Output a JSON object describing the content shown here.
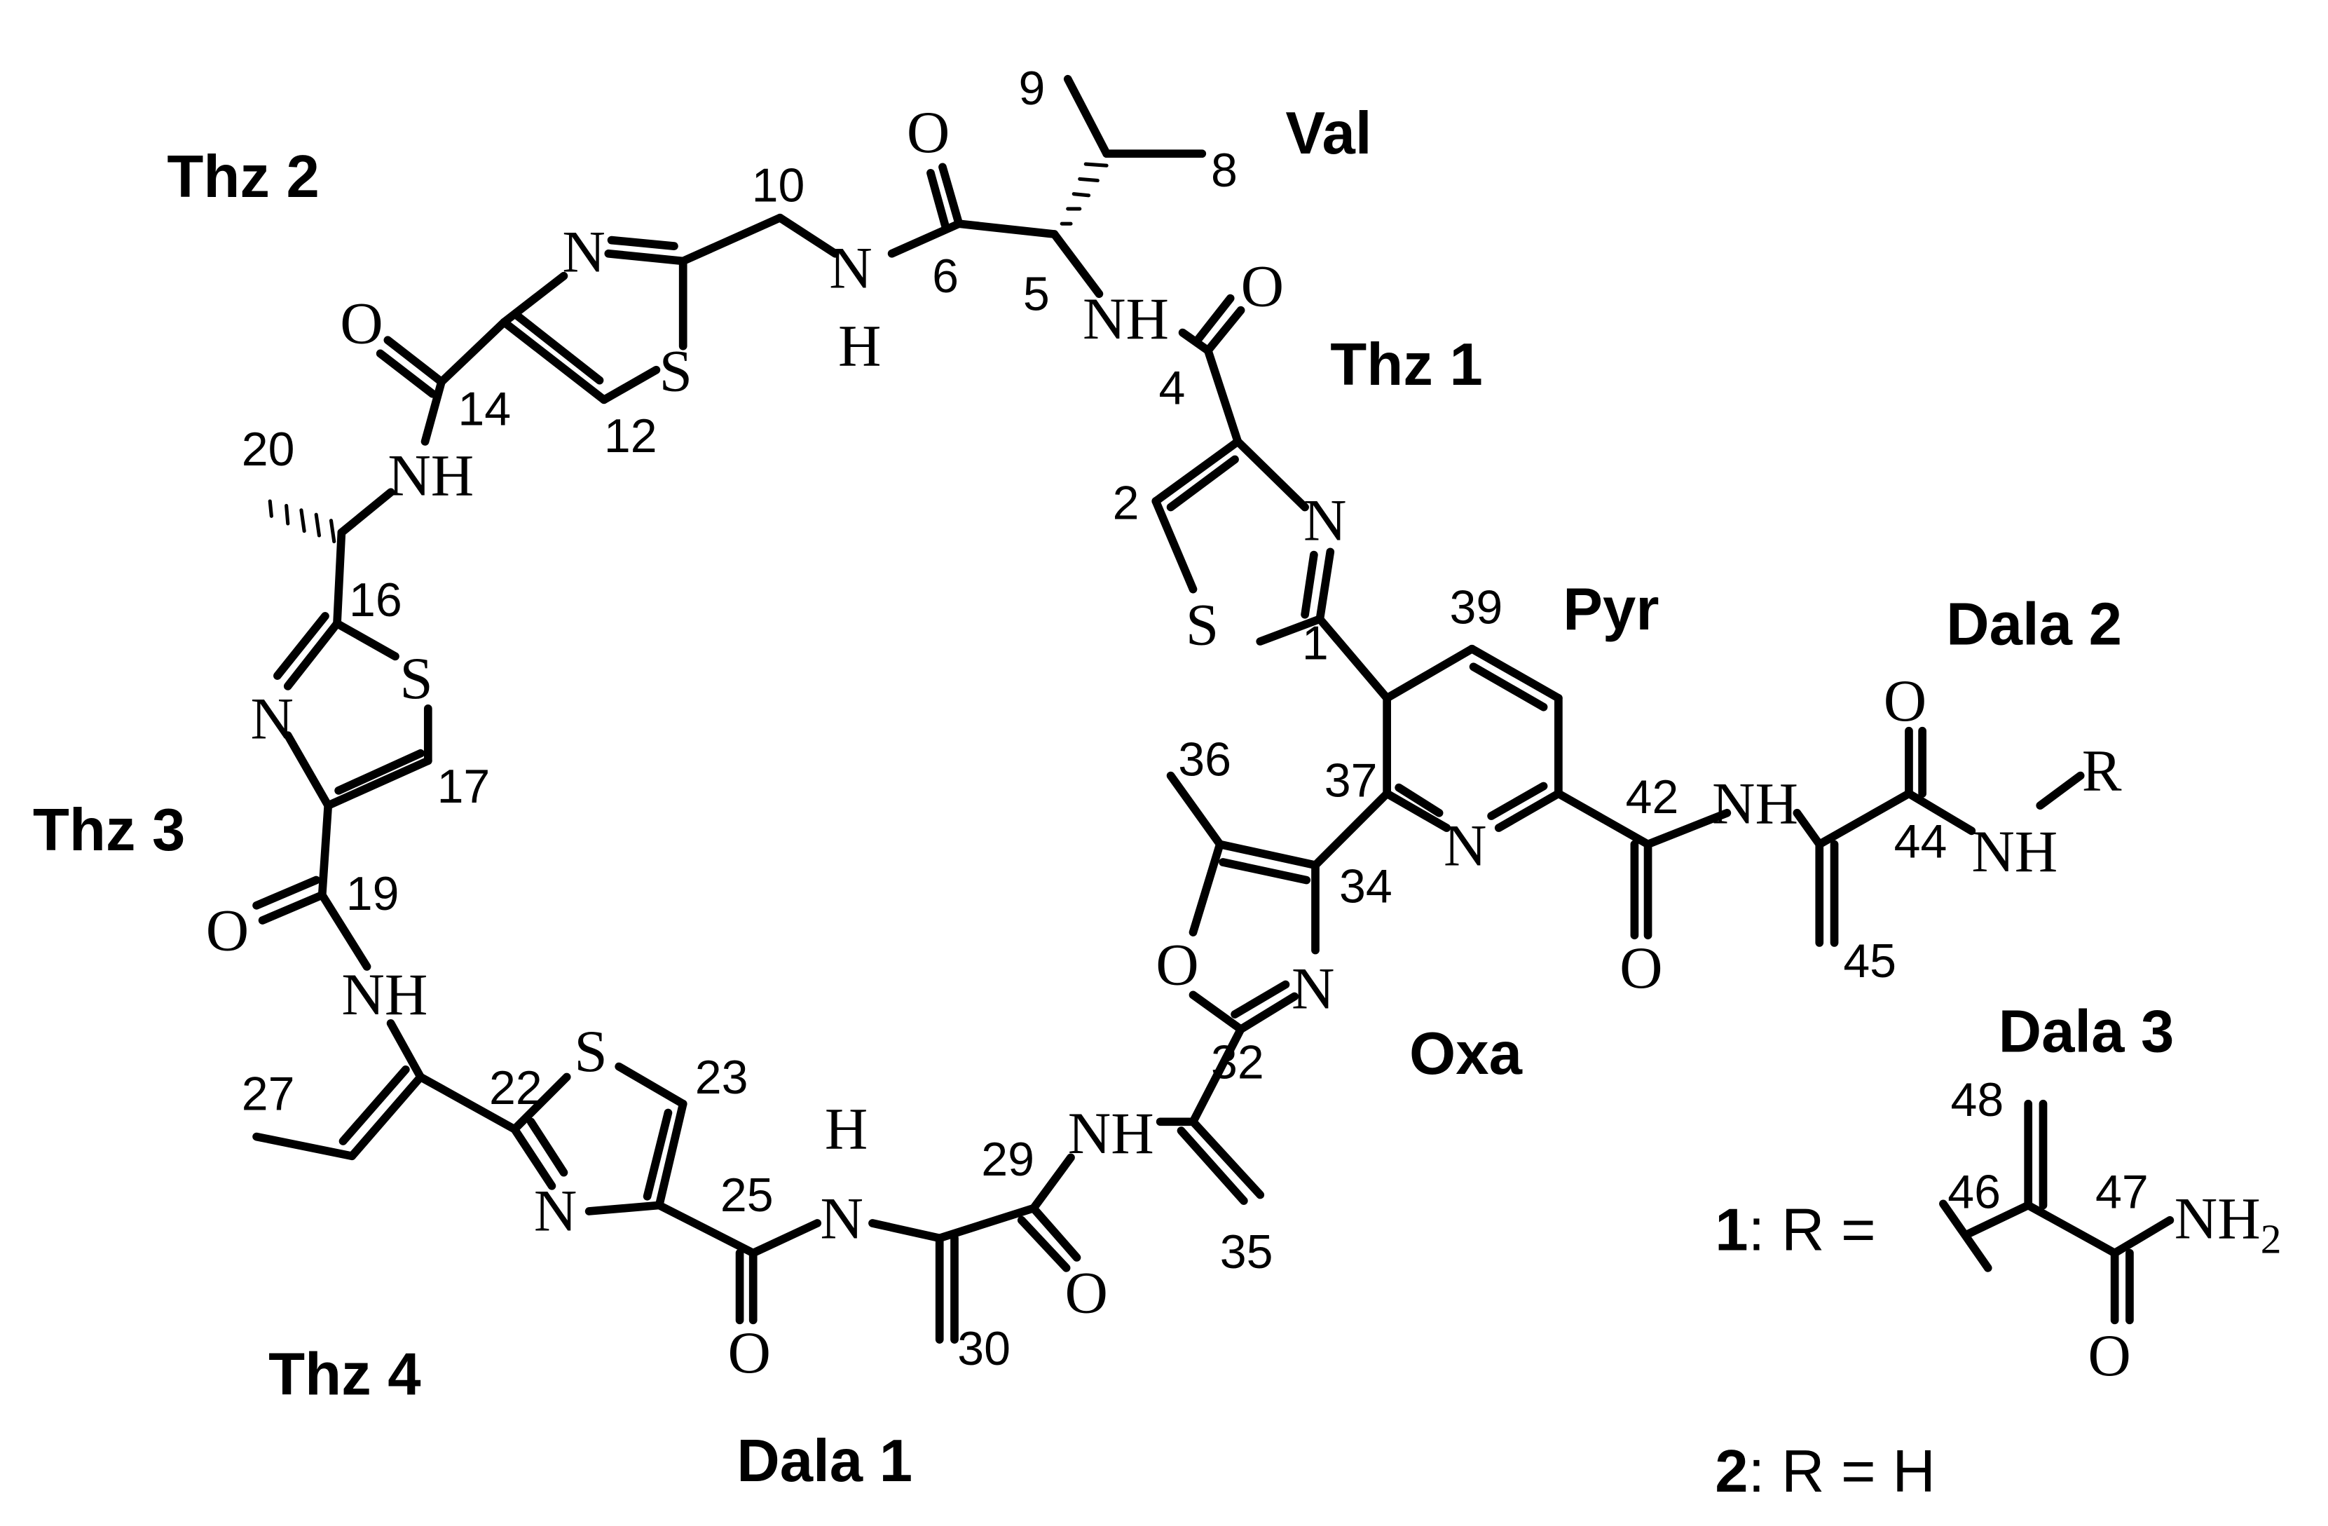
{
  "residue_labels": {
    "val": "Val",
    "thz1": "Thz 1",
    "thz2": "Thz 2",
    "thz3": "Thz 3",
    "thz4": "Thz 4",
    "pyr": "Pyr",
    "oxa": "Oxa",
    "dala1": "Dala 1",
    "dala2": "Dala 2",
    "dala3": "Dala 3"
  },
  "atom_numbers": {
    "n1": "1",
    "n2": "2",
    "n4": "4",
    "n5": "5",
    "n6": "6",
    "n8": "8",
    "n9": "9",
    "n10": "10",
    "n12": "12",
    "n14": "14",
    "n16": "16",
    "n17": "17",
    "n19": "19",
    "n20": "20",
    "n22": "22",
    "n23": "23",
    "n25": "25",
    "n27": "27",
    "n29": "29",
    "n30": "30",
    "n32": "32",
    "n34": "34",
    "n35": "35",
    "n36": "36",
    "n37": "37",
    "n39": "39",
    "n42": "42",
    "n44": "44",
    "n45": "45",
    "n46": "46",
    "n47": "47",
    "n48": "48"
  },
  "atoms": {
    "O": "O",
    "N": "N",
    "S": "S",
    "H": "H",
    "NH": "NH",
    "R": "R",
    "NH2_main": "NH",
    "NH2_sub": "2"
  },
  "compounds": [
    {
      "id": "1",
      "text": ": R ="
    },
    {
      "id": "2",
      "text": ": R = H"
    }
  ]
}
